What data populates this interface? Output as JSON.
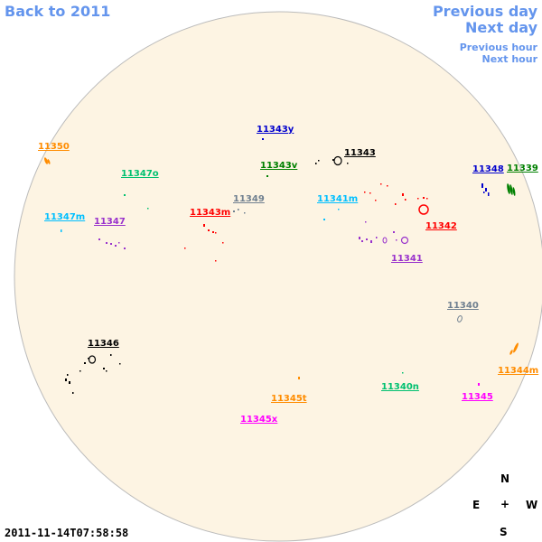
{
  "nav": {
    "back": "Back to 2011",
    "prev_day": "Previous day",
    "next_day": "Next day",
    "prev_hour": "Previous hour",
    "next_hour": "Next hour"
  },
  "colors": {
    "link": "#6495ed",
    "disk_fill": "#fdf4e3",
    "disk_stroke": "#bbbbbb"
  },
  "regions": [
    {
      "id": "r11350",
      "label": "11350",
      "color": "#ff8c00"
    },
    {
      "id": "r11343y",
      "label": "11343y",
      "color": "#0000cd"
    },
    {
      "id": "r11343",
      "label": "11343",
      "color": "#000000"
    },
    {
      "id": "r11343v",
      "label": "11343v",
      "color": "#008000"
    },
    {
      "id": "r11347o",
      "label": "11347o",
      "color": "#00c070"
    },
    {
      "id": "r11349",
      "label": "11349",
      "color": "#708090"
    },
    {
      "id": "r11341m",
      "label": "11341m",
      "color": "#00bfff"
    },
    {
      "id": "r11348",
      "label": "11348",
      "color": "#0000cd"
    },
    {
      "id": "r11339",
      "label": "11339",
      "color": "#008000"
    },
    {
      "id": "r11347m",
      "label": "11347m",
      "color": "#00bfff"
    },
    {
      "id": "r11347",
      "label": "11347",
      "color": "#9932cc"
    },
    {
      "id": "r11343m",
      "label": "11343m",
      "color": "#ff0000"
    },
    {
      "id": "r11342",
      "label": "11342",
      "color": "#ff0000"
    },
    {
      "id": "r11341",
      "label": "11341",
      "color": "#9932cc"
    },
    {
      "id": "r11340",
      "label": "11340",
      "color": "#708090"
    },
    {
      "id": "r11346",
      "label": "11346",
      "color": "#000000"
    },
    {
      "id": "r11344m",
      "label": "11344m",
      "color": "#ff8c00"
    },
    {
      "id": "r11345t",
      "label": "11345t",
      "color": "#ff8c00"
    },
    {
      "id": "r11340n",
      "label": "11340n",
      "color": "#00c070"
    },
    {
      "id": "r11345",
      "label": "11345",
      "color": "#ff00ff"
    },
    {
      "id": "r11345x",
      "label": "11345x",
      "color": "#ff00ff"
    }
  ],
  "compass": {
    "n": "N",
    "s": "S",
    "e": "E",
    "w": "W",
    "center": "+"
  },
  "timestamp": "2011-11-14T07:58:58"
}
